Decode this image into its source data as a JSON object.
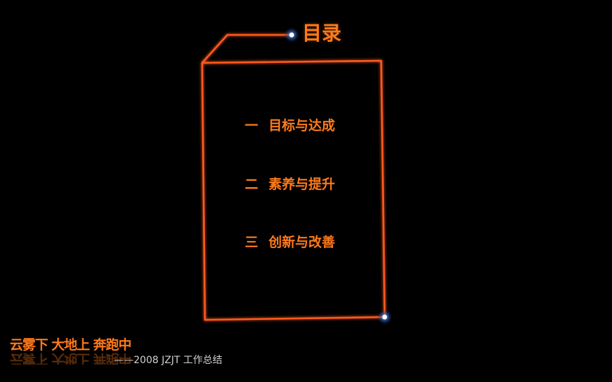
{
  "slide": {
    "title": "目录",
    "items": [
      {
        "num": "一",
        "label": "目标与达成"
      },
      {
        "num": "二",
        "label": "素养与提升"
      },
      {
        "num": "三",
        "label": "创新与改善"
      }
    ],
    "slogan": "云雾下 大地上 奔跑中",
    "subtitle": "——2008  JZJT 工作总结"
  },
  "colors": {
    "background": "#000000",
    "accent": "#ff7a1a",
    "line": "#ff5a1e",
    "dot_glow": "#4a7fd6",
    "subtitle": "#d0d0d0"
  }
}
